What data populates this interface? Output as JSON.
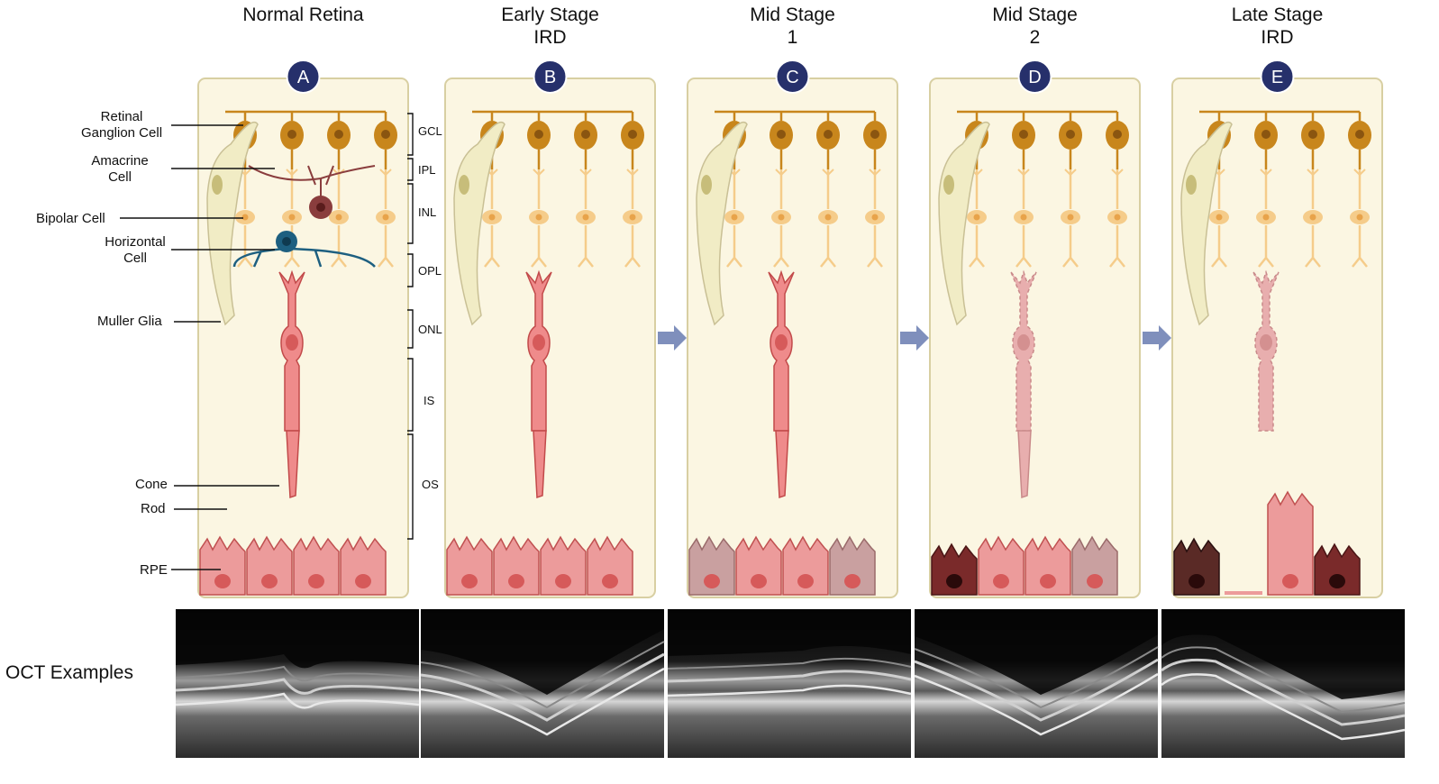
{
  "stages": [
    {
      "letter": "A",
      "title_lines": [
        "Normal Retina"
      ]
    },
    {
      "letter": "B",
      "title_lines": [
        "Early Stage",
        "IRD"
      ]
    },
    {
      "letter": "C",
      "title_lines": [
        "Mid Stage",
        "1"
      ]
    },
    {
      "letter": "D",
      "title_lines": [
        "Mid Stage",
        "2"
      ]
    },
    {
      "letter": "E",
      "title_lines": [
        "Late Stage",
        "IRD"
      ]
    }
  ],
  "cell_labels": {
    "retinal_ganglion": [
      "Retinal",
      "Ganglion Cell"
    ],
    "amacrine": [
      "Amacrine",
      "Cell"
    ],
    "bipolar": "Bipolar Cell",
    "horizontal": [
      "Horizontal",
      "Cell"
    ],
    "muller": "Muller Glia",
    "cone": "Cone",
    "rod": "Rod",
    "rpe": "RPE"
  },
  "layer_labels": [
    "GCL",
    "IPL",
    "INL",
    "OPL",
    "ONL",
    "IS",
    "OS"
  ],
  "oct_label": "OCT Examples",
  "colors": {
    "panel_bg": "#fbf6e2",
    "panel_border": "#d8cfa2",
    "badge": "#26306b",
    "ganglion": "#c8861c",
    "bipolar": "#f5cc8a",
    "muller": "#f1ecc5",
    "amacrine": "#8a3d3d",
    "horizontal": "#1d5f80",
    "rod_healthy": "#a9c3ec",
    "rod_degenerate": "#8a93ad",
    "cone_healthy": "#ef8b8b",
    "cone_degenerate": "#e8aeae",
    "rpe_healthy": "#ec9b9b",
    "rpe_dark": "#7a2a2a",
    "arrow": "#7f8fbc"
  }
}
